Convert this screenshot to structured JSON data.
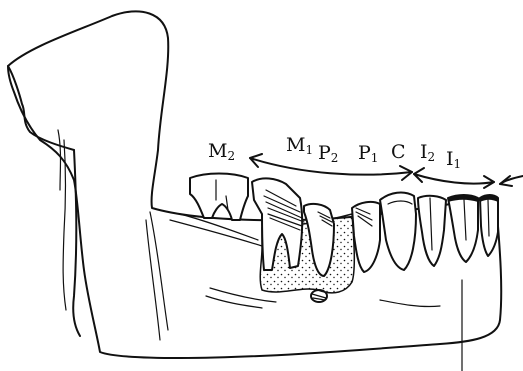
{
  "labels": [
    {
      "id": "M2",
      "base": "M",
      "sub": "2"
    },
    {
      "id": "M1",
      "base": "M",
      "sub": "1"
    },
    {
      "id": "P2",
      "base": "P",
      "sub": "2"
    },
    {
      "id": "P1",
      "base": "P",
      "sub": "1"
    },
    {
      "id": "C",
      "base": "C",
      "sub": ""
    },
    {
      "id": "I2",
      "base": "I",
      "sub": "2"
    },
    {
      "id": "I1",
      "base": "I",
      "sub": "1"
    }
  ]
}
